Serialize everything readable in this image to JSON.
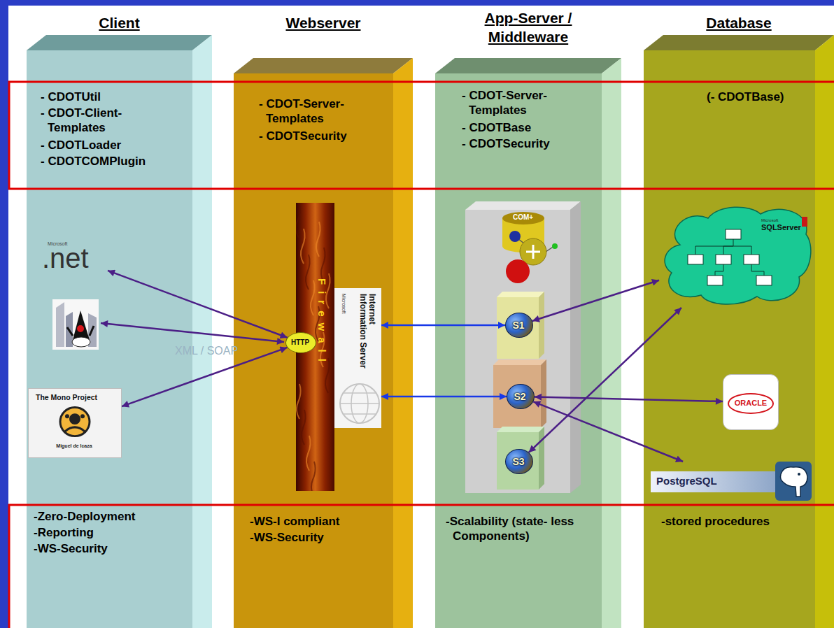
{
  "diagram": {
    "nodes": [
      {
        "text": [
          "Client",
          "- CDOTUtil",
          "- CDOT-Client- Templates",
          "- CDOTLoader",
          "- CDOTCOMPlugin",
          "-Zero-Deployment",
          "-Reporting",
          "-WS-Security"
        ]
      },
      {
        "text": [
          "Webserver",
          "- CDOT-Server- Templates",
          "- CDOTSecurity",
          "-WS-I compliant",
          "-WS-Security"
        ]
      },
      {
        "text": [
          "App-Server / Middleware",
          "- CDOT-Server- Templates",
          "- CDOTBase",
          "- CDOTSecurity",
          "-Scalability (state- less Components)"
        ]
      },
      {
        "text": [
          "Database",
          "(- CDOTBase)",
          "-stored procedures"
        ]
      },
      {
        "text": [
          "Microsoft",
          ".net"
        ],
        "in": 0
      },
      {
        "text": [
          "The Mono Project",
          "Miguel de Icaza"
        ],
        "in": 0
      },
      {
        "text": [
          "Firewall"
        ],
        "in": 1
      },
      {
        "text": [
          "HTTP"
        ],
        "in": 1
      },
      {
        "text": [
          "Microsoft",
          "Internet Information Server"
        ],
        "in": 1
      },
      {
        "text": [
          "COM+"
        ],
        "in": 2
      },
      {
        "text": [
          "S1"
        ],
        "in": 2
      },
      {
        "text": [
          "S2"
        ],
        "in": 2
      },
      {
        "text": [
          "S3"
        ],
        "in": 2
      },
      {
        "text": [
          "Microsoft",
          "SQLServer"
        ],
        "in": 3
      },
      {
        "text": [
          "ORACLE"
        ],
        "in": 3
      },
      {
        "text": [
          "PostgreSQL"
        ],
        "in": 3
      }
    ],
    "edges": [
      {
        "from": 4,
        "to": 7,
        "arrow": "both"
      },
      {
        "from": 5,
        "to": 7,
        "arrow": "both"
      },
      {
        "from": 8,
        "to": 10,
        "arrow": "both"
      },
      {
        "from": 8,
        "to": 11,
        "arrow": "both"
      },
      {
        "from": 10,
        "to": 13,
        "arrow": "both"
      },
      {
        "from": 11,
        "to": 14,
        "arrow": "both"
      },
      {
        "from": 12,
        "to": 13,
        "arrow": "both"
      },
      {
        "from": 11,
        "to": 15,
        "arrow": "both"
      }
    ],
    "labels": [
      "XML / SOAP"
    ]
  }
}
